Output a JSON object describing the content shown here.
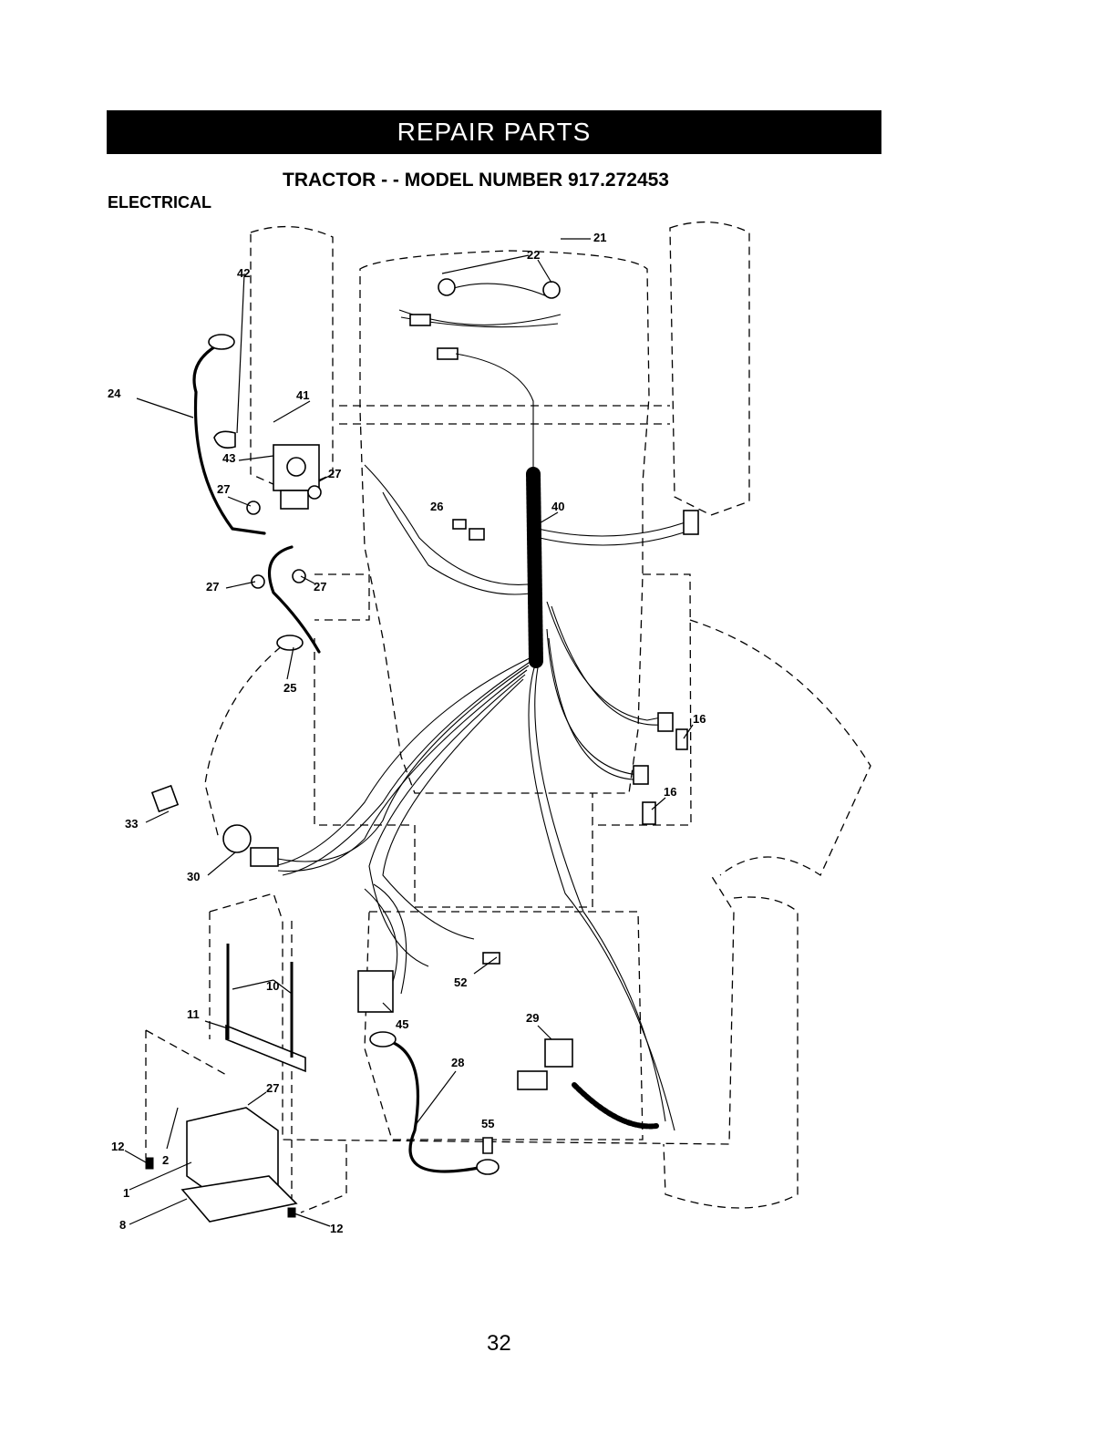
{
  "header": {
    "banner": "REPAIR PARTS",
    "subtitle": "TRACTOR - - MODEL NUMBER 917.272453"
  },
  "section_title": "ELECTRICAL",
  "page_number": "32",
  "callouts": [
    {
      "id": "c22",
      "text": "22"
    },
    {
      "id": "c21",
      "text": "21"
    },
    {
      "id": "c42",
      "text": "42"
    },
    {
      "id": "c24",
      "text": "24"
    },
    {
      "id": "c41",
      "text": "41"
    },
    {
      "id": "c43",
      "text": "43"
    },
    {
      "id": "c27a",
      "text": "27"
    },
    {
      "id": "c27b",
      "text": "27"
    },
    {
      "id": "c27c",
      "text": "27"
    },
    {
      "id": "c27d",
      "text": "27"
    },
    {
      "id": "c26",
      "text": "26"
    },
    {
      "id": "c40",
      "text": "40"
    },
    {
      "id": "c25",
      "text": "25"
    },
    {
      "id": "c16a",
      "text": "16"
    },
    {
      "id": "c16b",
      "text": "16"
    },
    {
      "id": "c33",
      "text": "33"
    },
    {
      "id": "c30",
      "text": "30"
    },
    {
      "id": "c10",
      "text": "10"
    },
    {
      "id": "c11",
      "text": "11"
    },
    {
      "id": "c52",
      "text": "52"
    },
    {
      "id": "c45",
      "text": "45"
    },
    {
      "id": "c29",
      "text": "29"
    },
    {
      "id": "c28",
      "text": "28"
    },
    {
      "id": "c27e",
      "text": "27"
    },
    {
      "id": "c55",
      "text": "55"
    },
    {
      "id": "c12a",
      "text": "12"
    },
    {
      "id": "c2",
      "text": "2"
    },
    {
      "id": "c1",
      "text": "1"
    },
    {
      "id": "c8",
      "text": "8"
    },
    {
      "id": "c12b",
      "text": "12"
    }
  ]
}
